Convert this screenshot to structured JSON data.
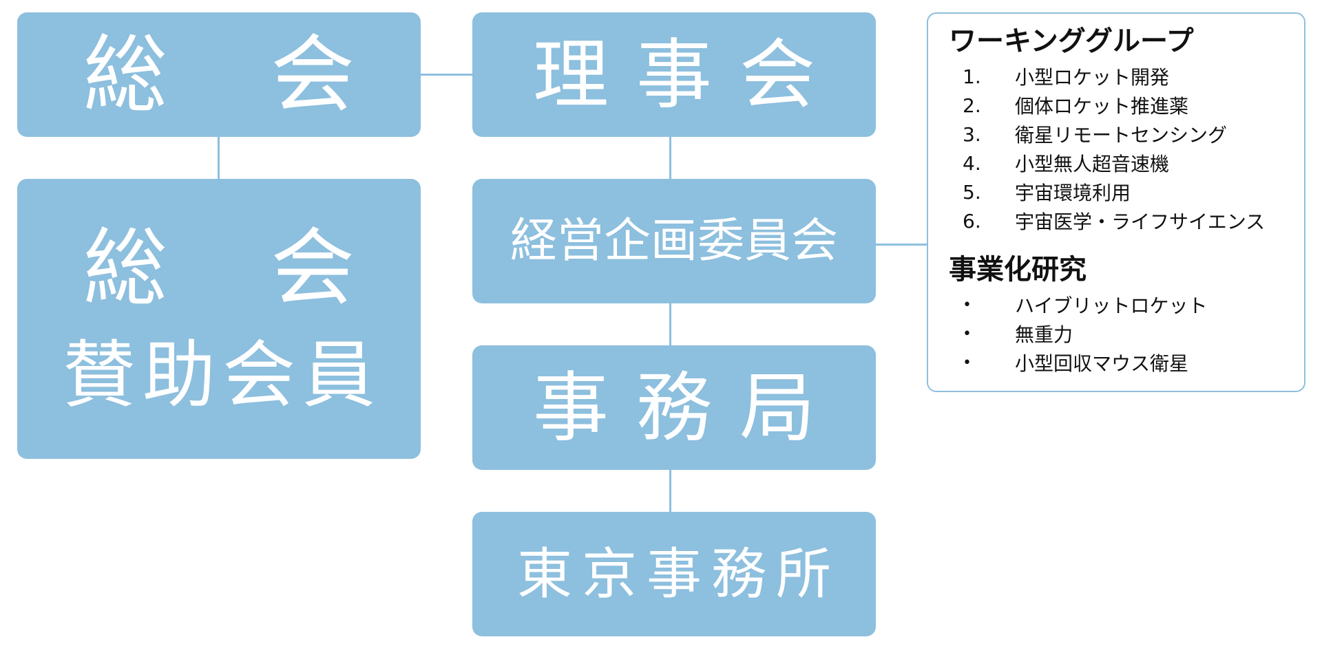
{
  "colors": {
    "box_fill": "#8dbfde",
    "box_text": "#ffffff",
    "connector": "#8dbfde",
    "panel_border": "#8dbfde",
    "panel_text": "#111111"
  },
  "nodes": {
    "soukai_top": "総会",
    "rijikai": "理事会",
    "soukai_main": "総会",
    "supporters": "賛助会員",
    "keiei": "経営企画委員会",
    "jimukyoku": "事務局",
    "tokyo": "東京事務所"
  },
  "side_panel": {
    "working_groups": {
      "heading": "ワーキンググループ",
      "items": [
        {
          "number": "1.",
          "label": "小型ロケット開発"
        },
        {
          "number": "2.",
          "label": "個体ロケット推進薬"
        },
        {
          "number": "3.",
          "label": "衛星リモートセンシング"
        },
        {
          "number": "4.",
          "label": "小型無人超音速機"
        },
        {
          "number": "5.",
          "label": "宇宙環境利用"
        },
        {
          "number": "6.",
          "label": "宇宙医学・ライフサイエンス"
        }
      ]
    },
    "business_research": {
      "heading": "事業化研究",
      "bullet": "•",
      "items": [
        "ハイブリットロケット",
        "無重力",
        "小型回収マウス衛星"
      ]
    }
  }
}
